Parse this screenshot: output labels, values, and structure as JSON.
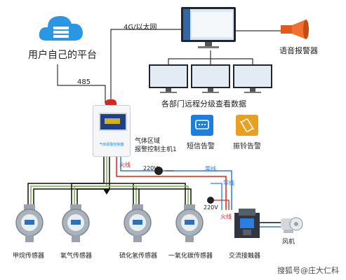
{
  "platform": {
    "label": "用户自己的平台"
  },
  "links": {
    "network": "4G/以太网",
    "rs485": "485"
  },
  "alarm_speaker": {
    "label": "语音报警器"
  },
  "dept_monitors": {
    "label": "各部门远程分级查看数据"
  },
  "sms_alarm": {
    "label": "短信告警"
  },
  "vibration_alarm": {
    "label": "振铃告警"
  },
  "controller": {
    "line1": "气体区域",
    "line2": "报警控制主机1",
    "panel_title": "气体报警控制器"
  },
  "wires": {
    "live_vertical": "火线",
    "voltage_1": "220V",
    "neutral_1": "零线",
    "neutral_2": "零线",
    "voltage_2": "220V",
    "live_2": "火线"
  },
  "sensors": [
    {
      "label": "甲烷传感器"
    },
    {
      "label": "氧气传感器"
    },
    {
      "label": "硫化氢传感器"
    },
    {
      "label": "一氧化碳传感器"
    }
  ],
  "contactor": {
    "label": "交流接触器"
  },
  "fan": {
    "label": "风机"
  },
  "watermark": "搜狐号@庄大仁科",
  "colors": {
    "accent_blue": "#1e8fe0",
    "alarm_orange": "#e8a020",
    "live_wire": "#d9261c",
    "neutral_wire": "#2a7de1",
    "bus_wire": "#111111",
    "ground_wire": "#7cb342"
  }
}
